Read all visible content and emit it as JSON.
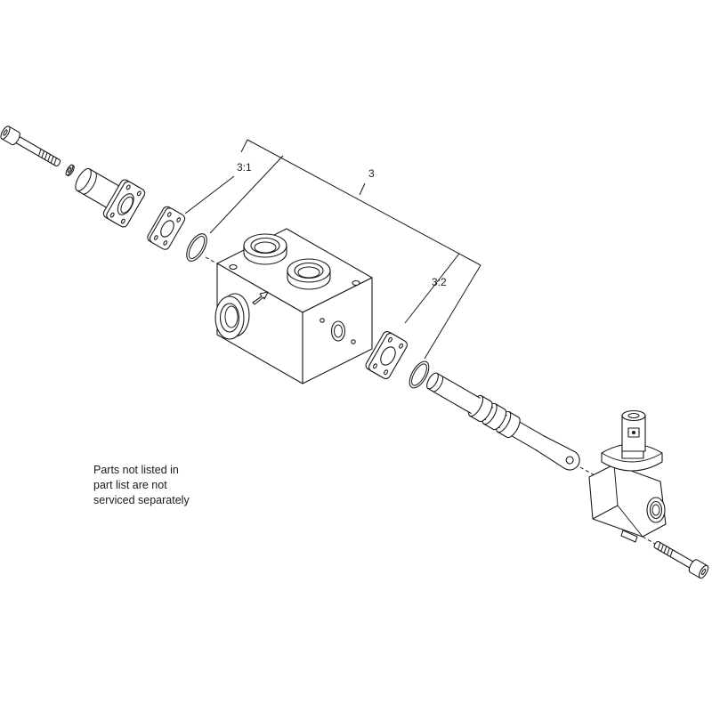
{
  "diagram": {
    "callouts": {
      "sub_assembly_3_1": "3:1",
      "assembly_3": "3",
      "sub_assembly_3_2": "3:2"
    }
  },
  "note": {
    "lines": [
      "Parts not listed in",
      "part list are not",
      "serviced separately"
    ]
  },
  "colors": {
    "line": "#1a1a1a",
    "background": "#ffffff"
  }
}
